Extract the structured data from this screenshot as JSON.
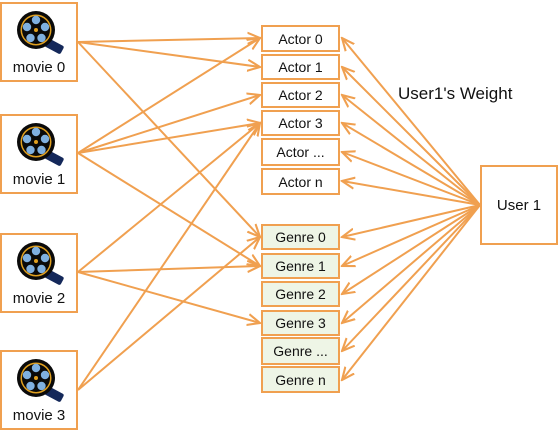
{
  "movies": [
    "movie 0",
    "movie 1",
    "movie 2",
    "movie 3"
  ],
  "actors": [
    "Actor 0",
    "Actor 1",
    "Actor 2",
    "Actor 3",
    "Actor ...",
    "Actor n"
  ],
  "genres": [
    "Genre 0",
    "Genre 1",
    "Genre 2",
    "Genre 3",
    "Genre ...",
    "Genre n"
  ],
  "user": "User 1",
  "weight_label": "User1's Weight",
  "colors": {
    "edge": "#f0a050",
    "genre_fill": "#eef5e6"
  },
  "icons": {
    "movie": "film-reel-icon"
  },
  "movie_links": [
    {
      "movie": 0,
      "targets": [
        "actor:0",
        "actor:1",
        "genre:0"
      ]
    },
    {
      "movie": 1,
      "targets": [
        "actor:0",
        "actor:2",
        "actor:3",
        "genre:1"
      ]
    },
    {
      "movie": 2,
      "targets": [
        "actor:3",
        "genre:1",
        "genre:3"
      ]
    },
    {
      "movie": 3,
      "targets": [
        "actor:3",
        "genre:0"
      ]
    }
  ]
}
